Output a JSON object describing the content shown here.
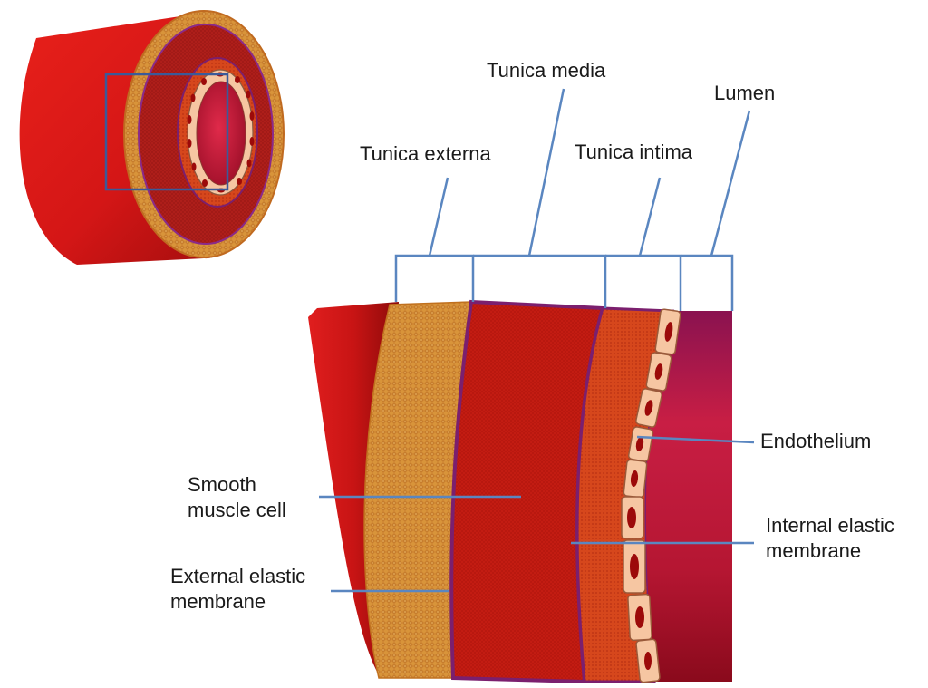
{
  "labels": {
    "tunica_media": "Tunica media",
    "lumen": "Lumen",
    "tunica_externa": "Tunica externa",
    "tunica_intima": "Tunica intima",
    "endothelium": "Endothelium",
    "smooth_muscle_cell": [
      "Smooth",
      "muscle cell"
    ],
    "internal_elastic_membrane": [
      "Internal elastic",
      "membrane"
    ],
    "external_elastic_membrane": [
      "External elastic",
      "membrane"
    ]
  },
  "colors": {
    "outer_red": "#d71a1a",
    "dark_red": "#a50e0e",
    "externa_tan": "#c9862e",
    "media_red": "#c01a10",
    "intima_orange": "#d8401a",
    "elastic_purple": "#7b1f6e",
    "endothelial_cell": "#f6c6a2",
    "nucleus": "#9c0a0a",
    "lumen_magenta": "#c01a40",
    "leader_line": "#5a86c0"
  }
}
